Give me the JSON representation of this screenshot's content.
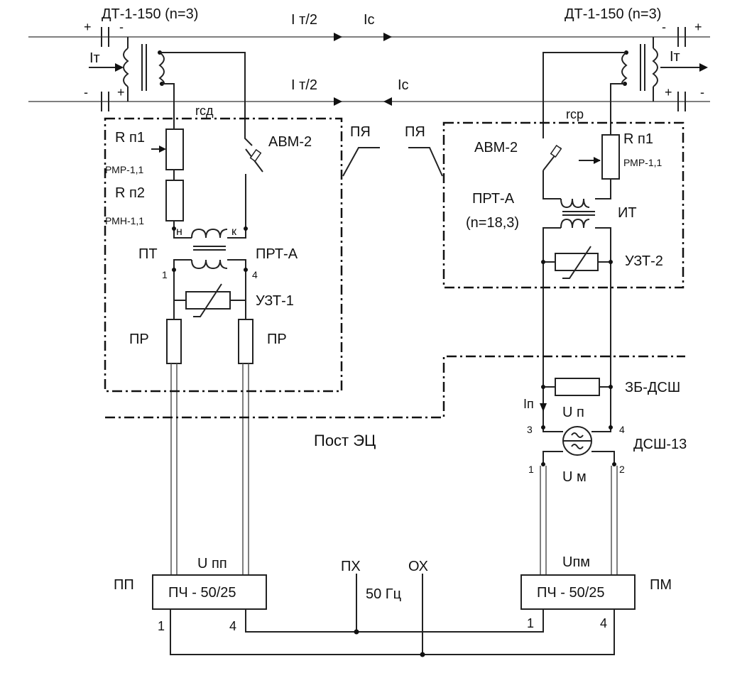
{
  "labels": {
    "dt_left": "ДТ-1-150 (n=3)",
    "dt_right": "ДТ-1-150 (n=3)",
    "it_half_top": "I т/2",
    "ic_top": "Iс",
    "it_half_bottom": "I т/2",
    "ic_bottom": "Iс",
    "it_left": "Iт",
    "it_right": "Iт",
    "rsd": "rсд",
    "rsr": "rср",
    "rp1_left": "R п1",
    "rmr_left": "РМР-1,1",
    "rp2": "R п2",
    "rmn": "РМН-1,1",
    "avm_left": "АВМ-2",
    "avm_right": "АВМ-2",
    "pya_left": "ПЯ",
    "pya_right": "ПЯ",
    "rp1_right": "R п1",
    "rmr_right": "РМР-1,1",
    "prta_right": "ПРТ-А",
    "n_ratio": "(n=18,3)",
    "it": "ИТ",
    "uzt2": "УЗТ-2",
    "pt": "ПТ",
    "prta_left": "ПРТ-А",
    "uzt1": "УЗТ-1",
    "n_term": "н",
    "k_term": "к",
    "pr_left": "ПР",
    "pr_right": "ПР",
    "zb_dsh": "ЗБ-ДСШ",
    "ip": "Iп",
    "up": "U п",
    "dsh13": "ДСШ-13",
    "um": "U м",
    "post": "Пост ЭЦ",
    "upp": "U пп",
    "upm": "Uпм",
    "px": "ПХ",
    "ox": "ОХ",
    "pp": "ПП",
    "pm": "ПМ",
    "pch_left": "ПЧ - 50/25",
    "pch_right": "ПЧ - 50/25",
    "freq": "50 Гц",
    "plus": "+",
    "minus": "-"
  },
  "terminals": {
    "t1a": "1",
    "t4a": "4",
    "t3": "3",
    "t4b": "4",
    "t1b": "1",
    "t2": "2",
    "pch_l1": "1",
    "pch_l4": "4",
    "pch_r1": "1",
    "pch_r4": "4"
  },
  "colors": {
    "line": "#222222",
    "rail": "#555555"
  }
}
